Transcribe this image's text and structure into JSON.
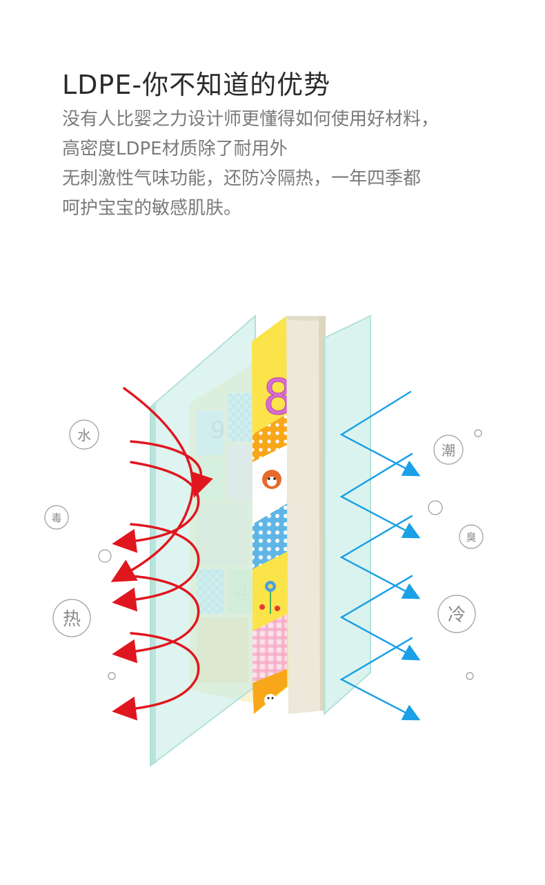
{
  "header": {
    "title": "LDPE-你不知道的优势"
  },
  "description": {
    "lines": [
      "没有人比婴之力设计师更懂得如何使用好材料，",
      "高密度LDPE材质除了耐用外",
      "无刺激性气味功能，还防冷隔热，一年四季都",
      "呵护宝宝的敏感肌肤。"
    ]
  },
  "diagram": {
    "left_labels": [
      "水",
      "毒",
      "热"
    ],
    "right_labels": [
      "潮",
      "臭",
      "冷"
    ],
    "mat_numbers": [
      "8",
      "9",
      "4"
    ],
    "colors": {
      "outgoing_arrow": "#e0161f",
      "incoming_arrow": "#1aa0e6",
      "glass": "#c8ece6",
      "foam": "#ece8da",
      "mat_yellow": "#fbe34a",
      "mat_orange": "#f8a71b",
      "mat_blue": "#9dd4f0",
      "mat_pink": "#f5b8c8"
    }
  }
}
